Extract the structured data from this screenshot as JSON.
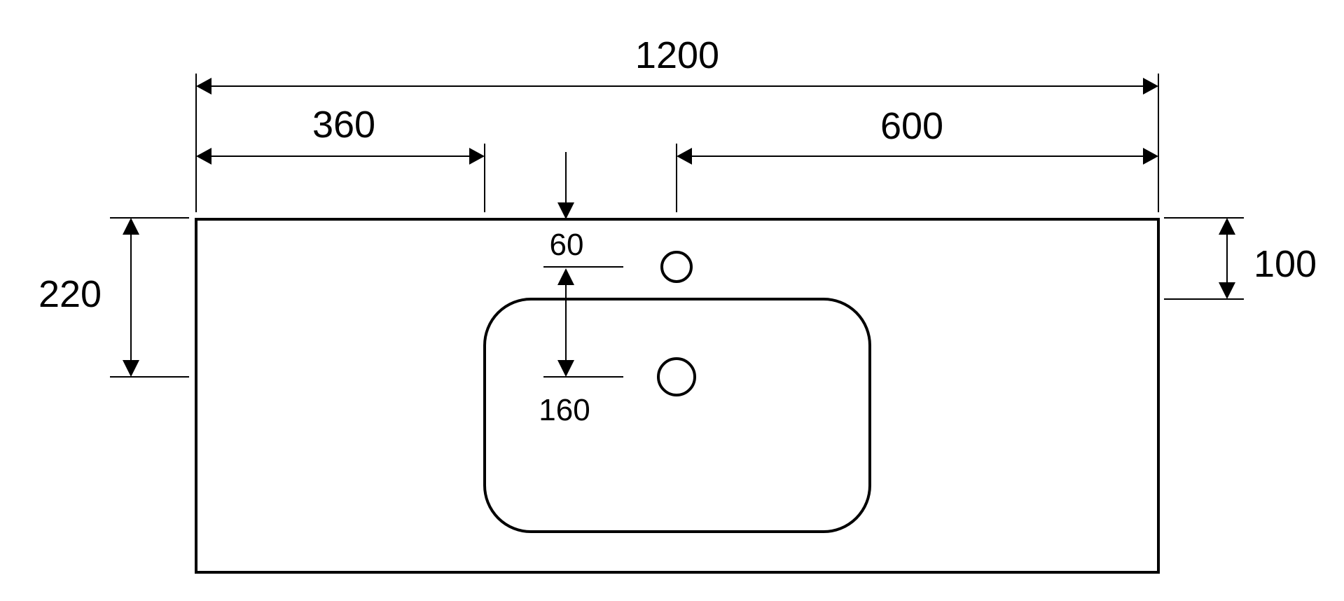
{
  "dimensions": {
    "overall_width": "1200",
    "left_offset": "360",
    "right_offset": "600",
    "depth": "220",
    "right_depth": "100",
    "tap_hole_offset": "60",
    "tap_to_drain": "160"
  },
  "colors": {
    "stroke": "#000000",
    "background": "#ffffff"
  }
}
